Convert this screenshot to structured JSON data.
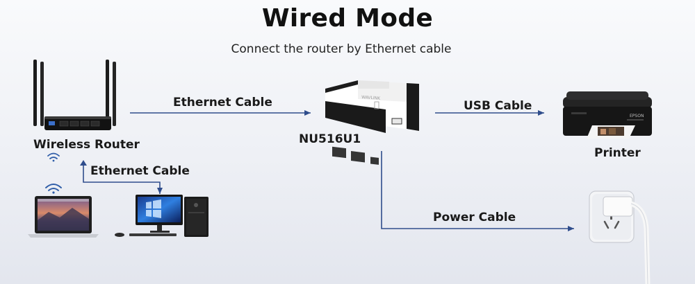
{
  "header": {
    "title": "Wired Mode",
    "subtitle": "Connect the router by Ethernet cable"
  },
  "connections": {
    "ethernet_main": "Ethernet Cable",
    "usb": "USB Cable",
    "power": "Power Cable",
    "ethernet_pc": "Ethernet Cable"
  },
  "devices": {
    "router": "Wireless Router",
    "print_server": "NU516U1",
    "printer": "Printer"
  },
  "colors": {
    "arrow": "#2f4d8c",
    "text": "#1a1a1a",
    "wifi": "#2f5da8"
  },
  "icons": [
    "wireless-router-icon",
    "wifi-icon",
    "laptop-icon",
    "desktop-pc-icon",
    "print-server-icon",
    "printer-icon",
    "power-socket-icon"
  ]
}
